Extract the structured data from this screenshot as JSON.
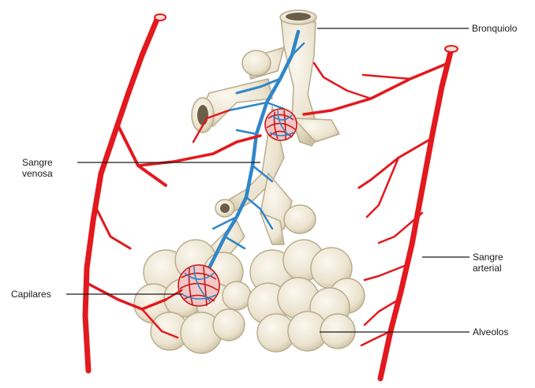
{
  "labels": {
    "bronquiolo": "Bronquiolo",
    "sangre_venosa": "Sangre\nvenosa",
    "capilares": "Capilares",
    "sangre_arterial": "Sangre\narterial",
    "alveolos": "Alveolos"
  },
  "colors": {
    "artery": "#e2191e",
    "vein": "#2f86c8",
    "alveolus_fill": "#efe9d9",
    "alveolus_stroke": "#b9ac8e",
    "leader_line": "#1a1a1a"
  }
}
